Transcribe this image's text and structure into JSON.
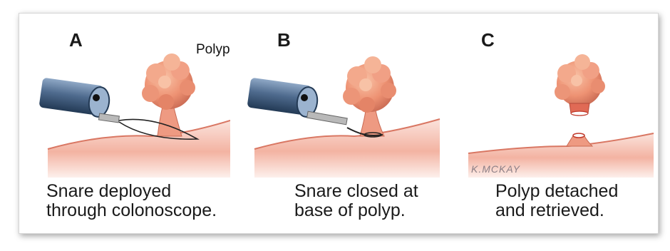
{
  "panels": [
    {
      "letter": "A",
      "callout": "Polyp",
      "caption_lines": [
        "Snare deployed",
        "through colonoscope."
      ]
    },
    {
      "letter": "B",
      "callout": "",
      "caption_lines": [
        "Snare closed at",
        "base of polyp."
      ]
    },
    {
      "letter": "C",
      "callout": "",
      "caption_lines": [
        "Polyp detached",
        "and retrieved."
      ]
    }
  ],
  "signature": "K.MCKAY",
  "colors": {
    "tissue": "#f1a893",
    "tissue_dark": "#d97763",
    "polyp": "#ee9273",
    "polyp_highlight": "#f8c2a6",
    "scope_body": "#4f6b8e",
    "scope_dark": "#233a55"
  }
}
